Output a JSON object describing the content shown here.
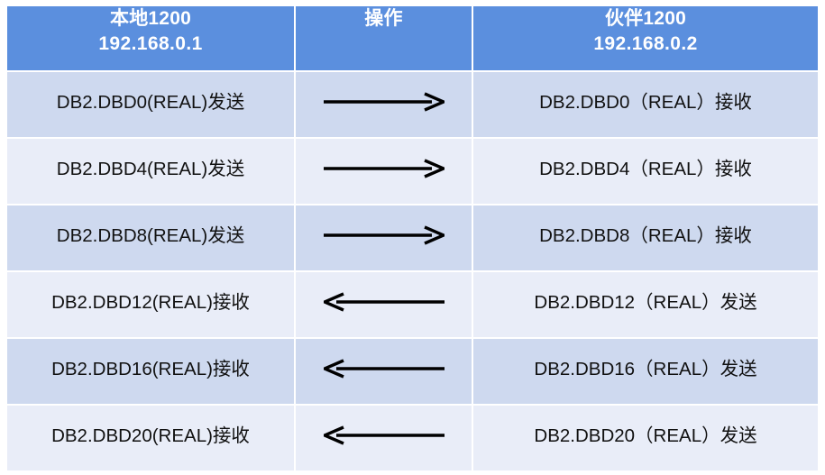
{
  "table": {
    "columns": [
      {
        "key": "local",
        "title_line1": "本地1200",
        "title_line2": "192.168.0.1"
      },
      {
        "key": "operation",
        "title_line1": "操作",
        "title_line2": ""
      },
      {
        "key": "peer",
        "title_line1": "伙伴1200",
        "title_line2": "192.168.0.2"
      }
    ],
    "header_bg": "#5b8fde",
    "header_text_color": "#ffffff",
    "row_shade_dark": "#ced9ef",
    "row_shade_light": "#e9edf8",
    "arrow_color": "#000000",
    "rows": [
      {
        "local": "DB2.DBD0(REAL)发送",
        "operation_icon": "arrow-right-icon",
        "direction": "right",
        "peer": "DB2.DBD0（REAL）接收"
      },
      {
        "local": "DB2.DBD4(REAL)发送",
        "operation_icon": "arrow-right-icon",
        "direction": "right",
        "peer": "DB2.DBD4（REAL）接收"
      },
      {
        "local": "DB2.DBD8(REAL)发送",
        "operation_icon": "arrow-right-icon",
        "direction": "right",
        "peer": "DB2.DBD8（REAL）接收"
      },
      {
        "local": "DB2.DBD12(REAL)接收",
        "operation_icon": "arrow-left-icon",
        "direction": "left",
        "peer": "DB2.DBD12（REAL）发送"
      },
      {
        "local": "DB2.DBD16(REAL)接收",
        "operation_icon": "arrow-left-icon",
        "direction": "left",
        "peer": "DB2.DBD16（REAL）发送"
      },
      {
        "local": "DB2.DBD20(REAL)接收",
        "operation_icon": "arrow-left-icon",
        "direction": "left",
        "peer": "DB2.DBD20（REAL）发送"
      }
    ]
  }
}
